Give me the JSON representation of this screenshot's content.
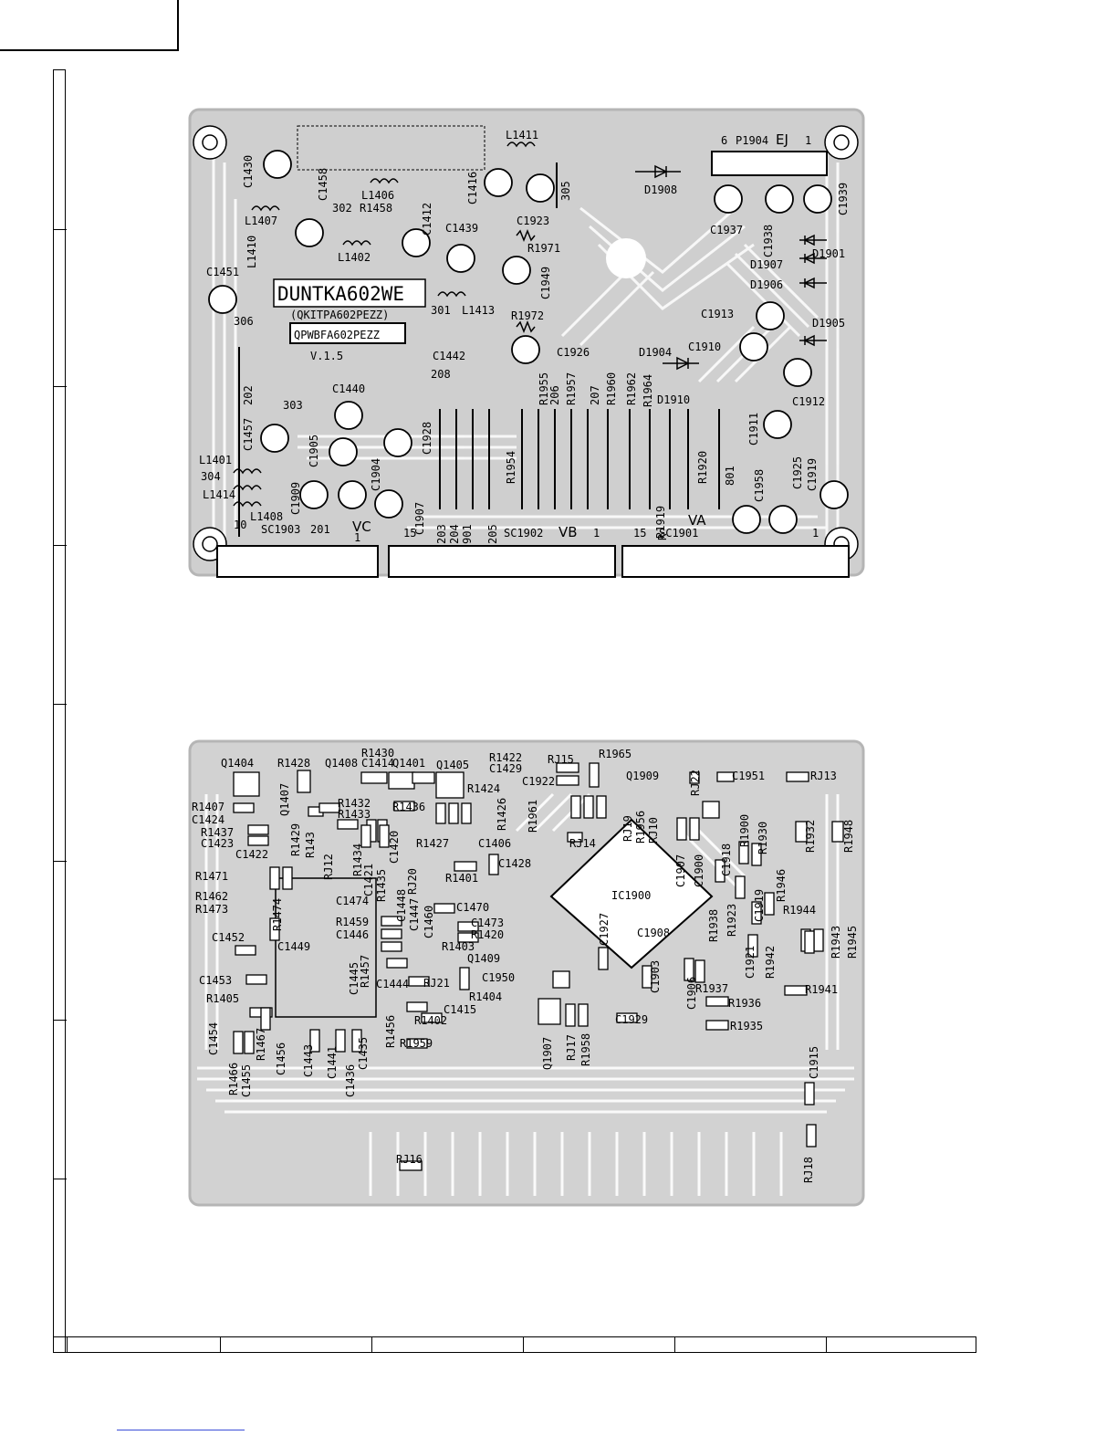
{
  "document": {
    "board_top": {
      "model_label": "DUNTKA602WE",
      "kit_label": "(QKITPA602PEZZ)",
      "pwb_label": "QPWBFA602PEZZ",
      "version": "V.1.5",
      "connector_labels": {
        "ej": "EJ",
        "p1904": "P1904",
        "ej_pin6": "6",
        "ej_pin1": "1",
        "vc": "VC",
        "vb": "VB",
        "va": "VA",
        "sc1903": "SC1903",
        "sc1902": "SC1902",
        "sc1901": "SC1901",
        "sc1903_pin10": "10",
        "sc1903_pin1": "1",
        "sc1902_pin15": "15",
        "sc1902_pin1": "1",
        "sc1901_pin15": "15",
        "sc1901_pin1": "1"
      },
      "components": [
        "C1430",
        "C1458",
        "L1406",
        "L1411",
        "C1416",
        "305",
        "D1908",
        "C1937",
        "C1938",
        "C1939",
        "L1407",
        "302",
        "R1458",
        "C1412",
        "C1439",
        "C1923",
        "R1971",
        "D1901",
        "D1907",
        "D1906",
        "L1410",
        "L1402",
        "C1949",
        "C1451",
        "301",
        "L1413",
        "R1972",
        "C1913",
        "D1905",
        "306",
        "C1442",
        "C1926",
        "D1904",
        "C1910",
        "208",
        "R1955",
        "206",
        "R1957",
        "207",
        "R1960",
        "R1962",
        "R1964",
        "D1910",
        "C1912",
        "202",
        "C1440",
        "303",
        "C1911",
        "C1457",
        "C1905",
        "C1928",
        "L1401",
        "C1904",
        "R1954",
        "R1920",
        "304",
        "C1909",
        "801",
        "C1958",
        "C1925",
        "C1919",
        "L1414",
        "C1907",
        "L1408",
        "201",
        "203",
        "204",
        "901",
        "205",
        "R1919",
        "R"
      ]
    },
    "board_bottom": {
      "ic_label": "IC1900",
      "components": [
        "Q1404",
        "R1428",
        "Q1408",
        "R1430",
        "C1414",
        "Q1401",
        "Q1405",
        "R1422",
        "RJ15",
        "R1965",
        "C1429",
        "C1922",
        "Q1909",
        "RJ22",
        "C1951",
        "RJ13",
        "Q1407",
        "R1424",
        "R1407",
        "R1432",
        "R1433",
        "R1436",
        "R1426",
        "R1961",
        "RJ19",
        "R1956",
        "RJ10",
        "C1424",
        "R1437",
        "R1429",
        "R143",
        "R1434",
        "C1420",
        "R1427",
        "R1900",
        "R1930",
        "R1932",
        "R1948",
        "C1423",
        "C1422",
        "RJ12",
        "C1421",
        "R1435",
        "RJ20",
        "C1406",
        "RJ14",
        "C1918",
        "C1907",
        "C1900",
        "C1428",
        "R1471",
        "R1401",
        "R1946",
        "R1462",
        "C1448",
        "C1447",
        "C1474",
        "R1474",
        "C1470",
        "C1919",
        "R1473",
        "C1460",
        "C1473",
        "R1944",
        "C1452",
        "R1459",
        "R1420",
        "C1449",
        "C1446",
        "R1403",
        "C1927",
        "C1908",
        "R1938",
        "R1923",
        "C1921",
        "R1942",
        "R1943",
        "R1945",
        "C1445",
        "R1457",
        "Q1409",
        "C1453",
        "C1444",
        "RJ21",
        "C1950",
        "C1903",
        "C1906",
        "R1937",
        "R1941",
        "R1405",
        "R1404",
        "R1936",
        "C1415",
        "C1454",
        "R1467",
        "R1456",
        "R1402",
        "C1929",
        "R1935",
        "C1456",
        "C1443",
        "C1441",
        "C1435",
        "R1959",
        "Q1907",
        "RJ17",
        "R1958",
        "R1466",
        "C1455",
        "C1436",
        "C1915",
        "RJ16",
        "RJ18"
      ]
    }
  }
}
